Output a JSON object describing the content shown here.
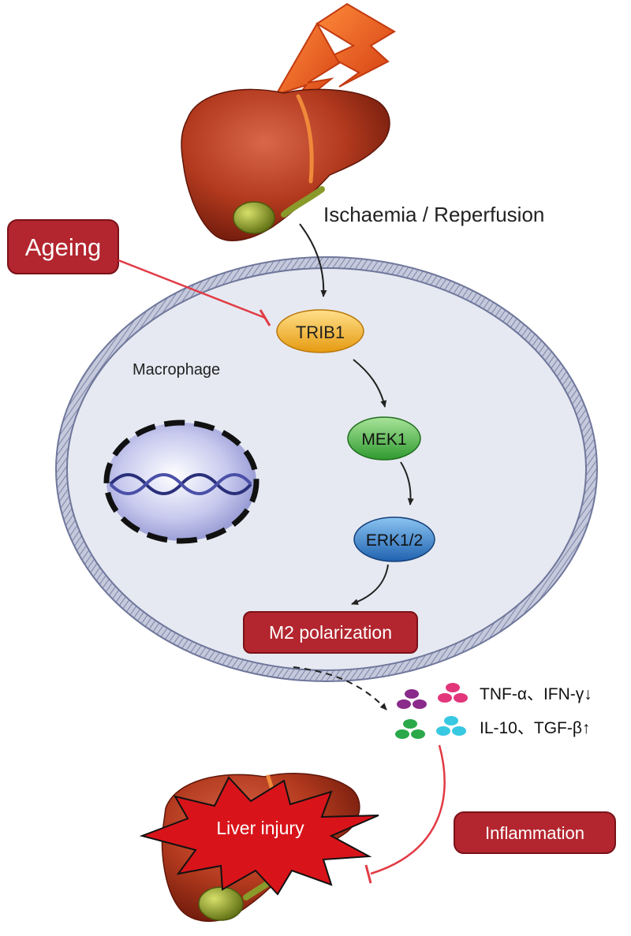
{
  "labels": {
    "ischaemia": "Ischaemia / Reperfusion",
    "ageing": "Ageing",
    "macrophage": "Macrophage",
    "trib1": "TRIB1",
    "mek1": "MEK1",
    "erk": "ERK1/2",
    "m2": "M2 polarization",
    "cytokines_down": "TNF-α、IFN-γ↓",
    "cytokines_up": "IL-10、TGF-β↑",
    "liver_injury": "Liver injury",
    "inflammation": "Inflammation"
  },
  "colors": {
    "ageing_box": "#b3262f",
    "inhibit_line": "#e23a44",
    "cell_fill": "#e6e9f1",
    "membrane": "#8f96b4",
    "trib1": "#f5b028",
    "mek1": "#3eaa3e",
    "erk": "#2f7fcc",
    "liver": "#b33a1e",
    "gallbladder": "#8a9a2a",
    "lightning": "#ee5a22",
    "dots_purple": "#8a2a8a",
    "dots_pink": "#e2357a",
    "dots_green": "#2aa84a",
    "dots_cyan": "#38c8e2"
  },
  "icons": [
    "lightning-bolt-icon",
    "liver-icon",
    "nucleus-icon",
    "dna-helix-icon",
    "cytokine-dots-icon",
    "injured-liver-icon"
  ]
}
